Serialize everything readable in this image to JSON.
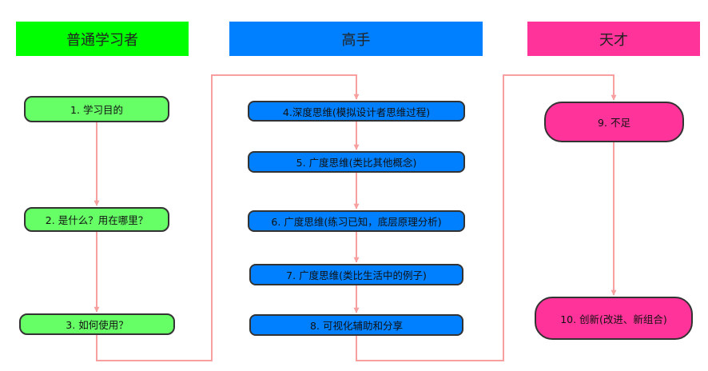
{
  "headers": {
    "beginner": "普通学习者",
    "expert": "高手",
    "genius": "天才"
  },
  "nodes": {
    "n1": "1. 学习目的",
    "n2": "2. 是什么？用在哪里？",
    "n3": "3. 如何使用？",
    "n4": "4.深度思维(模拟设计者思维过程)",
    "n5": "5. 广度思维(类比其他概念)",
    "n6": "6. 广度思维(练习已知，底层原理分析)",
    "n7": "7. 广度思维(类比生活中的例子)",
    "n8": "8. 可视化辅助和分享",
    "n9": "9. 不足",
    "n10": "10. 创新(改进、新组合)"
  },
  "colors": {
    "beginner": "#00ff00",
    "expert": "#0080ff",
    "genius": "#ff3399",
    "beginner_node": "#66ff66",
    "connector": "#f8a0a0"
  }
}
